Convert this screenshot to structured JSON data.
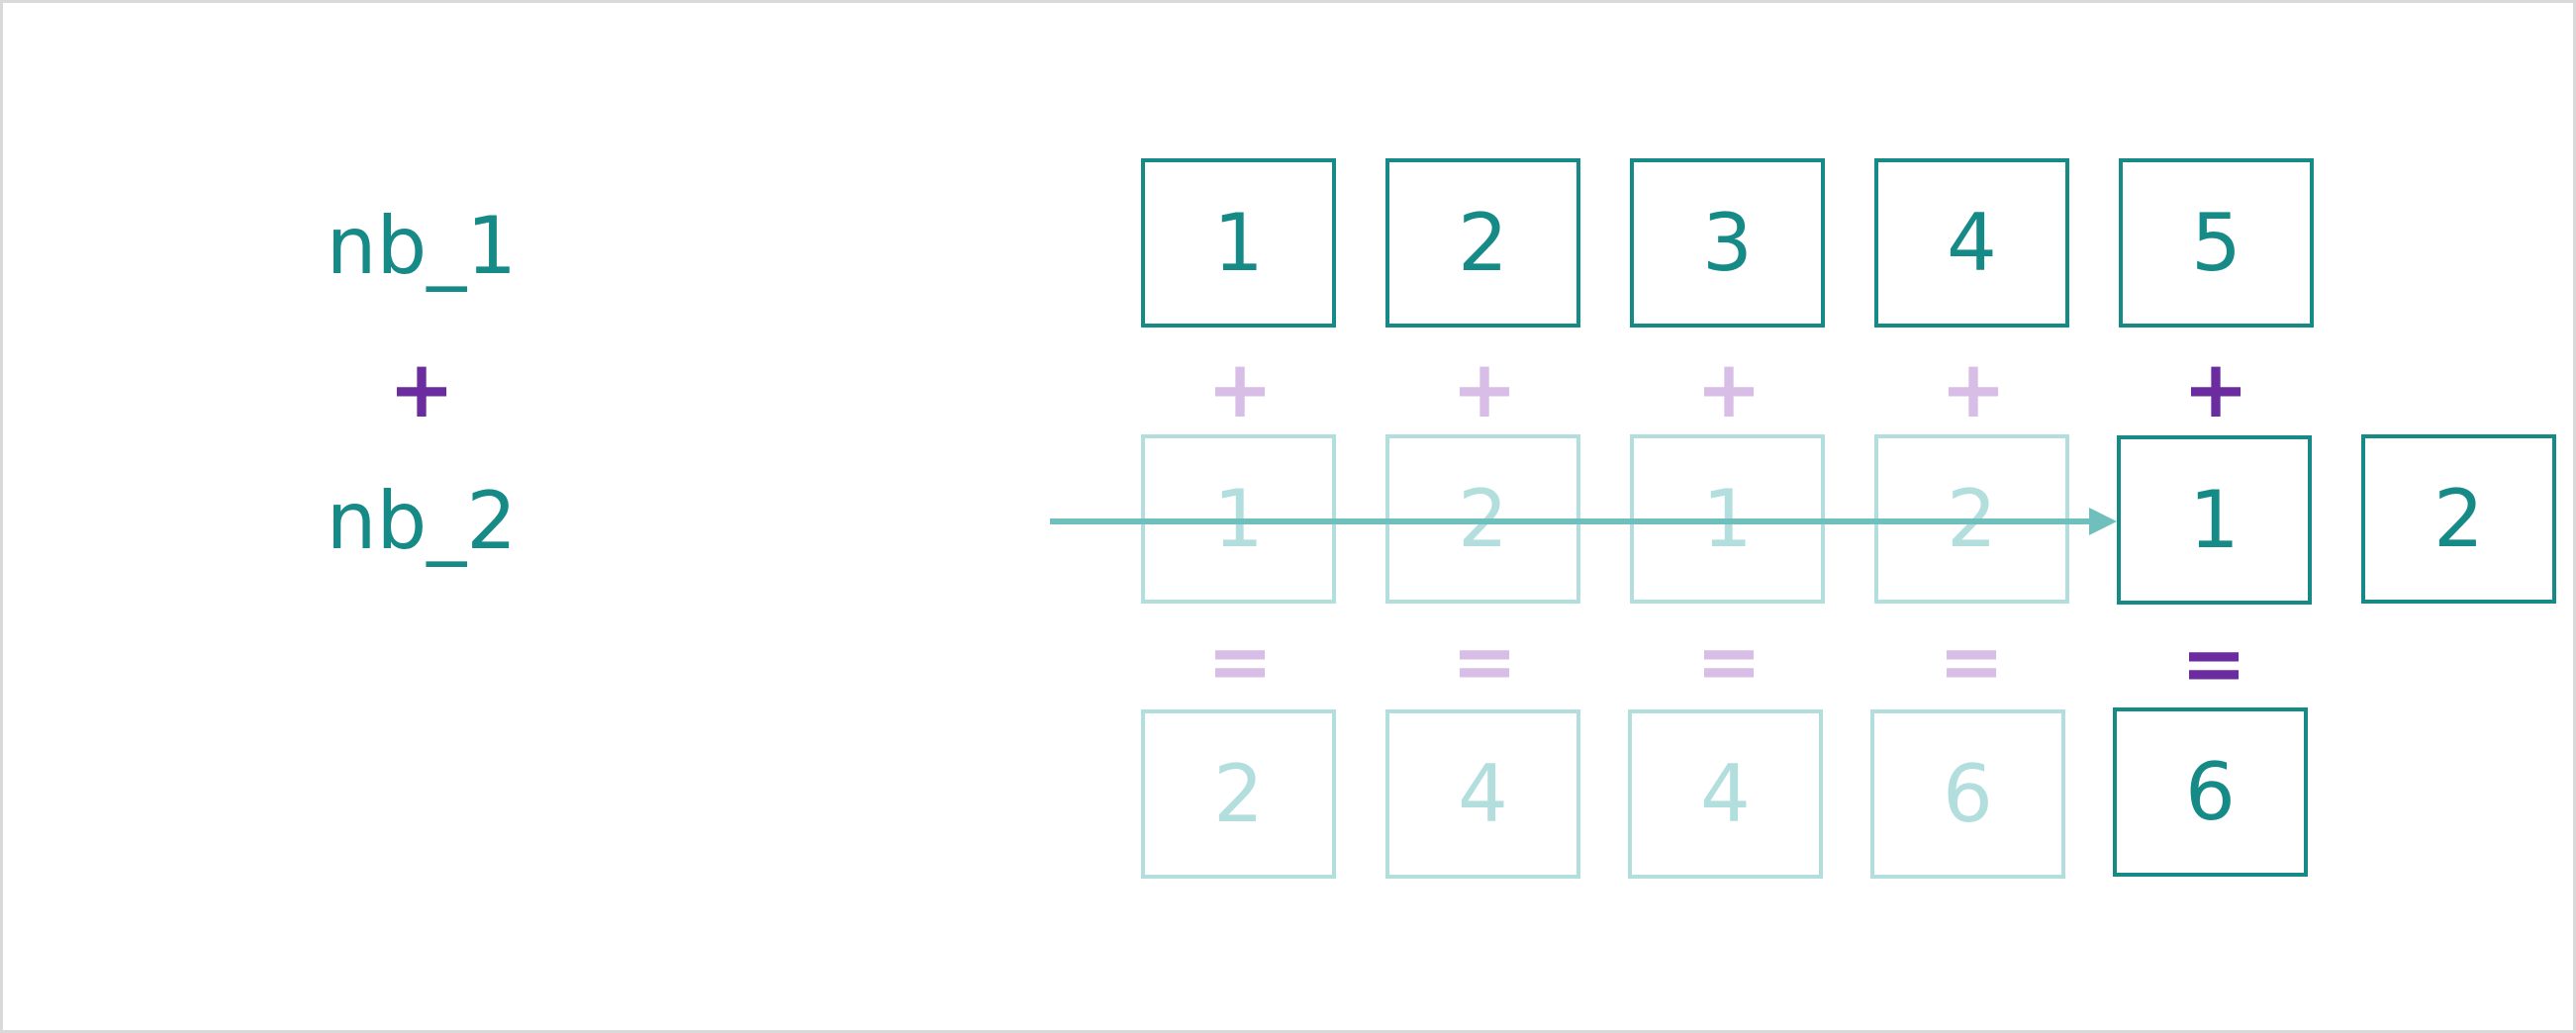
{
  "labels": {
    "row1": "nb_1",
    "operator": "+",
    "row2": "nb_2"
  },
  "row1": [
    "1",
    "2",
    "3",
    "4",
    "5"
  ],
  "plus_signs": [
    "+",
    "+",
    "+",
    "+",
    "+"
  ],
  "row2": [
    "1",
    "2",
    "1",
    "2",
    "1",
    "2"
  ],
  "equals_signs": [
    "=",
    "=",
    "=",
    "=",
    "="
  ],
  "row3": [
    "2",
    "4",
    "4",
    "6",
    "6"
  ],
  "active_column": 4,
  "colors": {
    "teal": "#168a87",
    "teal_faded": "#b2dedd",
    "purple": "#6a2c9e",
    "purple_faded": "#d8bde6",
    "arrow": "#6fc0bd"
  }
}
